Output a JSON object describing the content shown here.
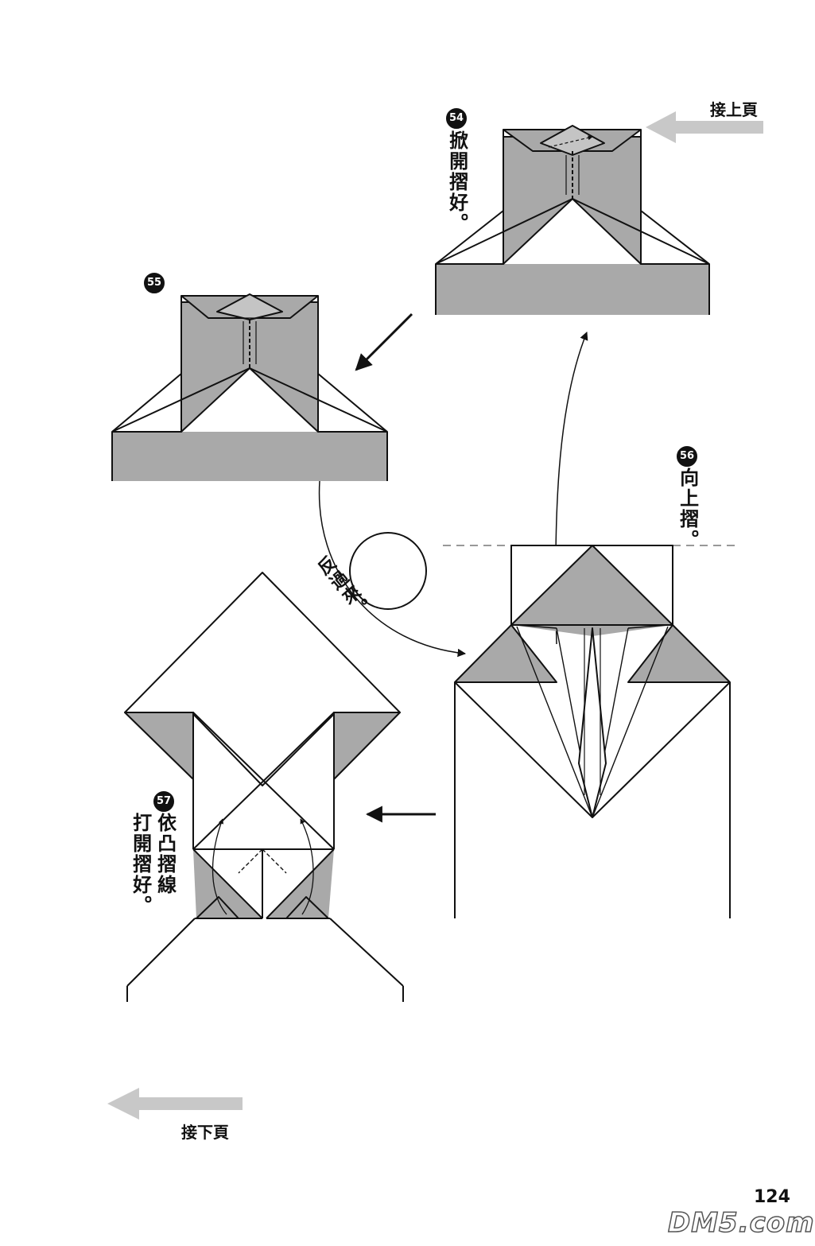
{
  "nav": {
    "continue_from_prev": "接上頁",
    "continue_to_next": "接下頁"
  },
  "steps": [
    {
      "number": "54",
      "instruction": "掀開摺好。"
    },
    {
      "number": "55",
      "instruction": ""
    },
    {
      "number": "56",
      "instruction": "向上摺。"
    },
    {
      "number": "57",
      "instruction_line1": "依凸摺線",
      "instruction_line2": "打開摺好。"
    }
  ],
  "flip_note": "反過來。",
  "page_number": "124",
  "watermark": "DM5.com",
  "colors": {
    "shade": "#a9a9a9",
    "line": "#111111",
    "arrow_gray": "#c8c8c8"
  }
}
